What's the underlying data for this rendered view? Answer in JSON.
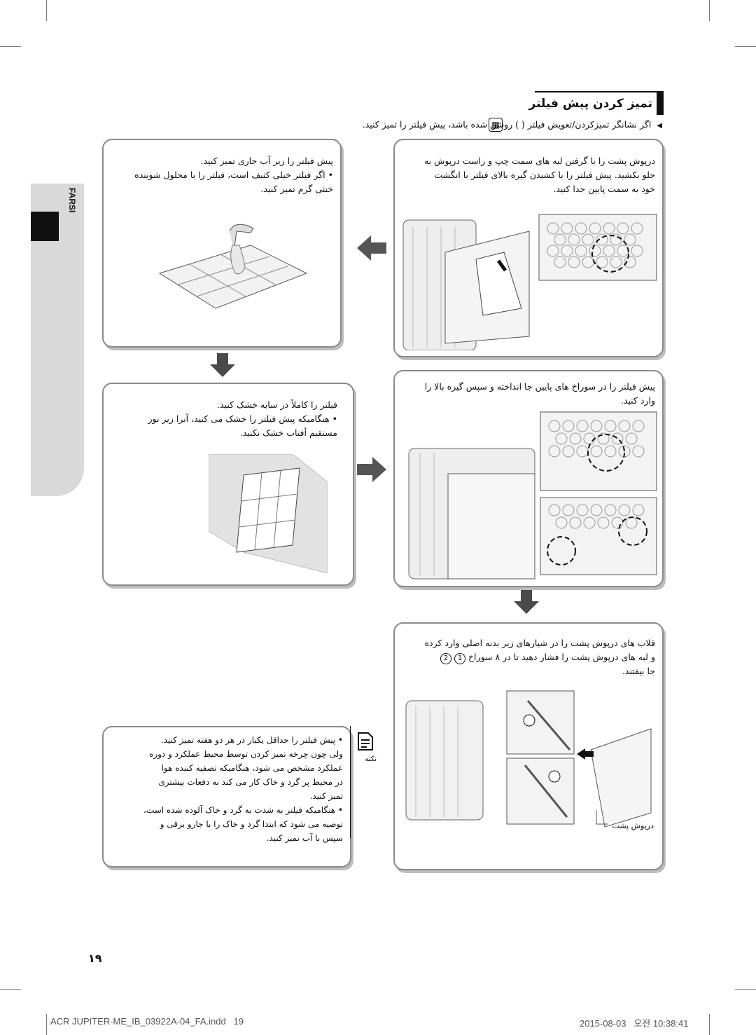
{
  "side_tab": {
    "label": "FARSI"
  },
  "section": {
    "title": "تمیز کردن پیش فیلتر",
    "intro": "اگر نشانگر تمیزکردن/تعویض فیلتر ( ) روشن شده باشد، پیش فیلتر را تمیز کنید."
  },
  "step1": {
    "lines": [
      "درپوش پشت را با گرفتن لبه های سمت چپ و راست درپوش به",
      "جلو بکشید. پیش فیلتر را با کشیدن گیره بالای فیلتر با انگشت",
      "خود به سمت پایین جدا کنید."
    ]
  },
  "step2": {
    "lines": [
      "پیش فیلتر را زیر آب جاری تمیز کنید.",
      "اگر فیلتر خیلی کثیف است، فیلتر را با محلول شوینده",
      "خنثی گرم تمیز کنید."
    ]
  },
  "step3": {
    "lines": [
      "فیلتر را کاملاً در سایه خشک کنید.",
      "هنگامیکه پیش فیلتر را خشک می کنید، آنرا زیر نور",
      "مستقیم آفتاب خشک نکنید."
    ]
  },
  "step4": {
    "lines": [
      "پیش فیلتر را در سوراخ های پایین جا انداخته و سپس گیره بالا را",
      "وارد کنید."
    ]
  },
  "step5": {
    "lines": [
      "قلاب های درپوش پشت را در شیارهای زیر بدنه اصلی وارد کرده",
      "و لبه های درپوش پشت را فشار دهید تا در ۸ سوراخ",
      "جا بیفتند."
    ],
    "num1": "1",
    "num2": "2",
    "cover_label": "درپوش پشت"
  },
  "note": {
    "label": "نکته",
    "lines": [
      "پیش فیلتر را حداقل یکبار در هر دو هفته تمیز کنید.",
      "ولی چون چرخه تمیز کردن توسط محیط عملکرد و دوره",
      "عملکرد مشخص می شود، هنگامیکه تصفیه کننده هوا",
      "در محیط پر گرد و خاک کار می کند به دفعات بیشتری",
      "تمیز کنید.",
      "هنگامیکه فیلتر به شدت به گرد و خاک آلوده شده است،",
      "توصیه می شود که ابتدا گرد و خاک را با جارو برقی و",
      "سپس با آب تمیز کنید."
    ]
  },
  "page_number": "۱۹",
  "footer": {
    "left": "ACR JUPITER-ME_IB_03922A-04_FA.indd   19",
    "right": "2015-08-03   오전 10:38:41"
  }
}
